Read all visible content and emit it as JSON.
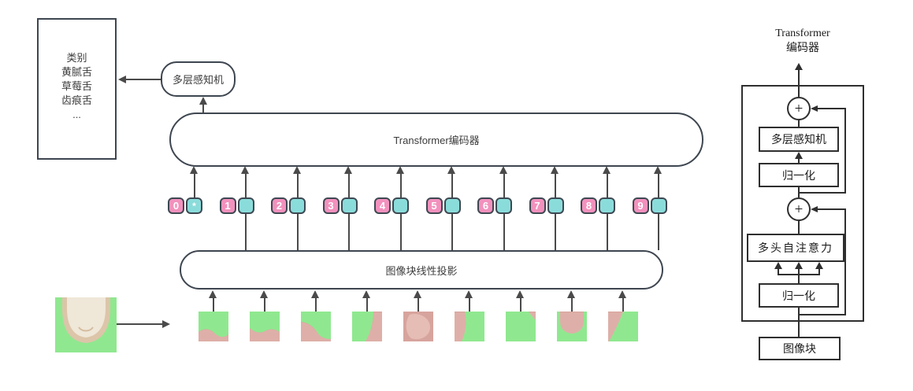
{
  "classification": {
    "lines": [
      "类别",
      "黄腻舌",
      "草莓舌",
      "齿痕舌",
      "..."
    ]
  },
  "mlp_head_label": "多层感知机",
  "encoder_label": "Transformer编码器",
  "projection_label": "图像块线性投影",
  "tokens": [
    {
      "label": "0",
      "companion": "*"
    },
    {
      "label": "1",
      "companion": ""
    },
    {
      "label": "2",
      "companion": ""
    },
    {
      "label": "3",
      "companion": ""
    },
    {
      "label": "4",
      "companion": ""
    },
    {
      "label": "5",
      "companion": ""
    },
    {
      "label": "6",
      "companion": ""
    },
    {
      "label": "7",
      "companion": ""
    },
    {
      "label": "8",
      "companion": ""
    },
    {
      "label": "9",
      "companion": ""
    }
  ],
  "patches": [
    {
      "shape": "lobe-bottom-right"
    },
    {
      "shape": "strip-bottom-dip"
    },
    {
      "shape": "slope-bottom-left"
    },
    {
      "shape": "band-right"
    },
    {
      "shape": "full-surface"
    },
    {
      "shape": "band-left"
    },
    {
      "shape": "sliver-top-right"
    },
    {
      "shape": "tongue-tip"
    },
    {
      "shape": "wedge-left"
    }
  ],
  "encoder_detail": {
    "title_line1": "Transformer",
    "title_line2": "编码器",
    "plus": "+",
    "mlp_label": "多层感知机",
    "norm_top_label": "归一化",
    "attention_label": "多头自注意力",
    "norm_bottom_label": "归一化",
    "patch_label": "图像块"
  },
  "colors": {
    "token_pink": "#F291BD",
    "token_cyan": "#8ADCDA",
    "patch_green": "#8FE88F",
    "fragment_pink": "#D7A49D",
    "fragment_pink_light": "#EAC6BD",
    "tongue_outer": "#DCC5A9",
    "tongue_inner": "#EFE7D8",
    "main_line": "#4A4A4A",
    "detail_line": "#2F2F2F"
  }
}
